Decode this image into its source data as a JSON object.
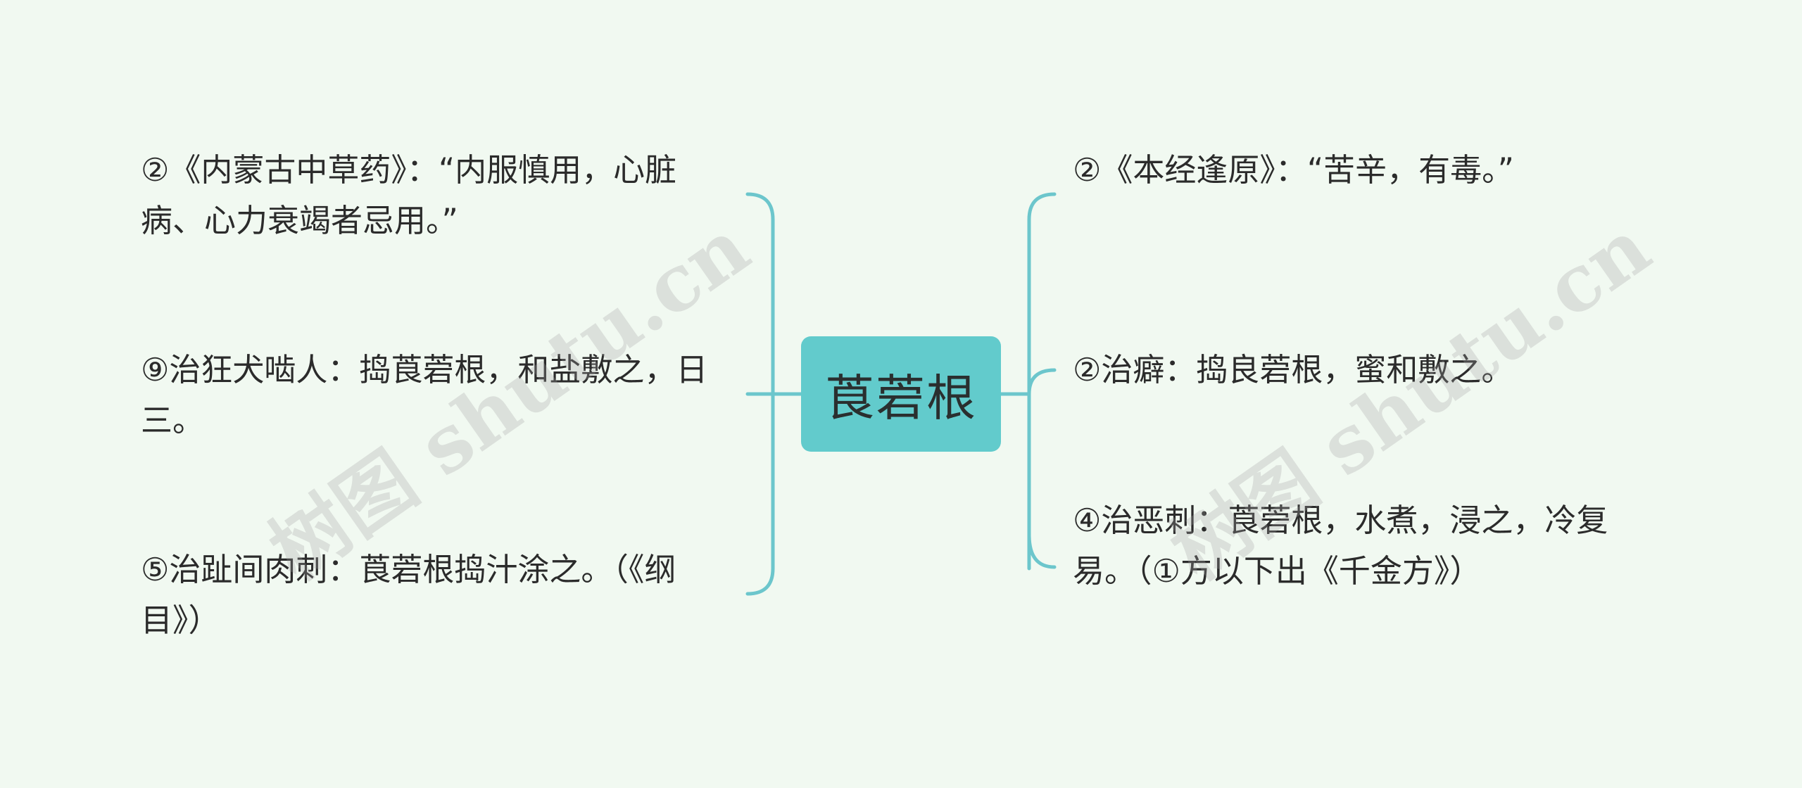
{
  "root": {
    "label": "莨菪根"
  },
  "left_branches": [
    {
      "text": "②《内蒙古中草药》：“内服慎用，心脏病、心力衰竭者忌用。”"
    },
    {
      "text": "⑨治狂犬啮人：捣莨菪根，和盐敷之，日三。"
    },
    {
      "text": "⑤治趾间肉刺：莨菪根捣汁涂之。（《纲目》）"
    }
  ],
  "right_branches": [
    {
      "text": "②《本经逢原》：“苦辛，有毒。”"
    },
    {
      "text": "②治癖：捣良菪根，蜜和敷之。"
    },
    {
      "text": "④治恶刺：莨菪根，水煮，浸之，冷复易。（①方以下出《千金方》）"
    }
  ],
  "watermarks": [
    "树图 shutu.cn",
    "树图 shutu.cn"
  ],
  "colors": {
    "background": "#f1f9f1",
    "root_fill": "#62cbcc",
    "connector": "#6cc6cc"
  }
}
